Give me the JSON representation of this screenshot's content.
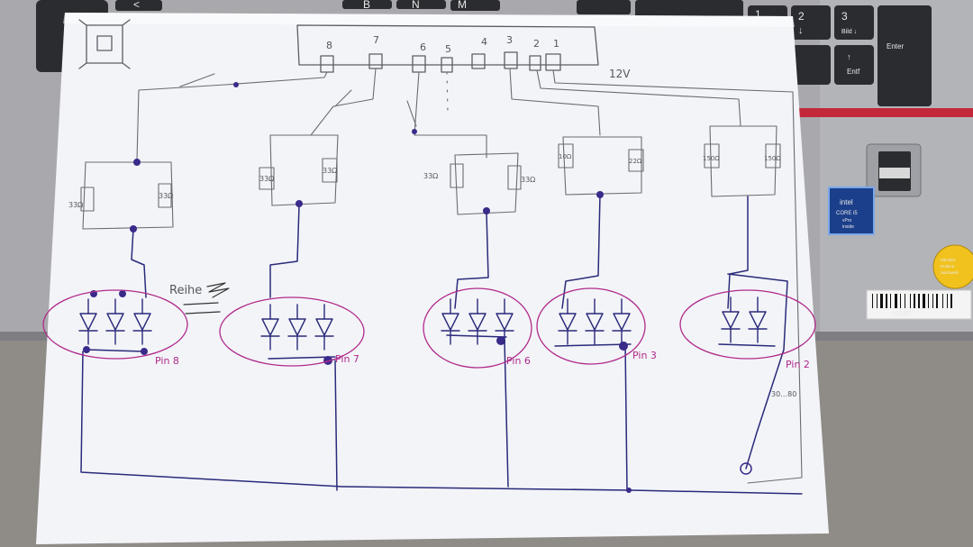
{
  "laptop": {
    "keys": {
      "b": "B",
      "n": "N",
      "m": "M",
      "lt": "<",
      "k1": "1",
      "k2": "2",
      "k2_arrow": "↓",
      "k3": "3",
      "k3_sub": "Bild ↓",
      "enter": "Enter",
      "entf_arrow": "↑",
      "entf": "Entf"
    },
    "sticker_intel": {
      "brand": "intel",
      "line1": "CORE i5",
      "line2": "vPro",
      "line3": "inside"
    },
    "sticker_yellow": [
      "Klimafre",
      "Rollenn",
      "Sachwerk"
    ],
    "barcode_label": "*0285*"
  },
  "sheet": {
    "connector_pins": [
      "8",
      "7",
      "6",
      "5",
      "4",
      "3",
      "2",
      "1"
    ],
    "supply_label": "12V",
    "groups": [
      {
        "resistors": [
          "33Ω",
          "33Ω"
        ],
        "pin_label": "Pin 8",
        "leds": 3
      },
      {
        "resistors": [
          "33Ω",
          "33Ω"
        ],
        "pin_label": "Pin 7",
        "leds": 3
      },
      {
        "resistors": [
          "33Ω",
          "33Ω"
        ],
        "pin_label": "Pin 6",
        "leds": 3
      },
      {
        "resistors": [
          "10Ω",
          "22Ω"
        ],
        "pin_label": "Pin 3",
        "leds": 3
      },
      {
        "resistors": [
          "150Ω",
          "150Ω"
        ],
        "pin_label": "Pin 2",
        "leds": 2
      }
    ],
    "annotation": "Reihe",
    "small_note": "30…80"
  },
  "colors": {
    "pencil": "#55575e",
    "ink": "#2a2a7a",
    "magenta": "#b02a8a"
  }
}
